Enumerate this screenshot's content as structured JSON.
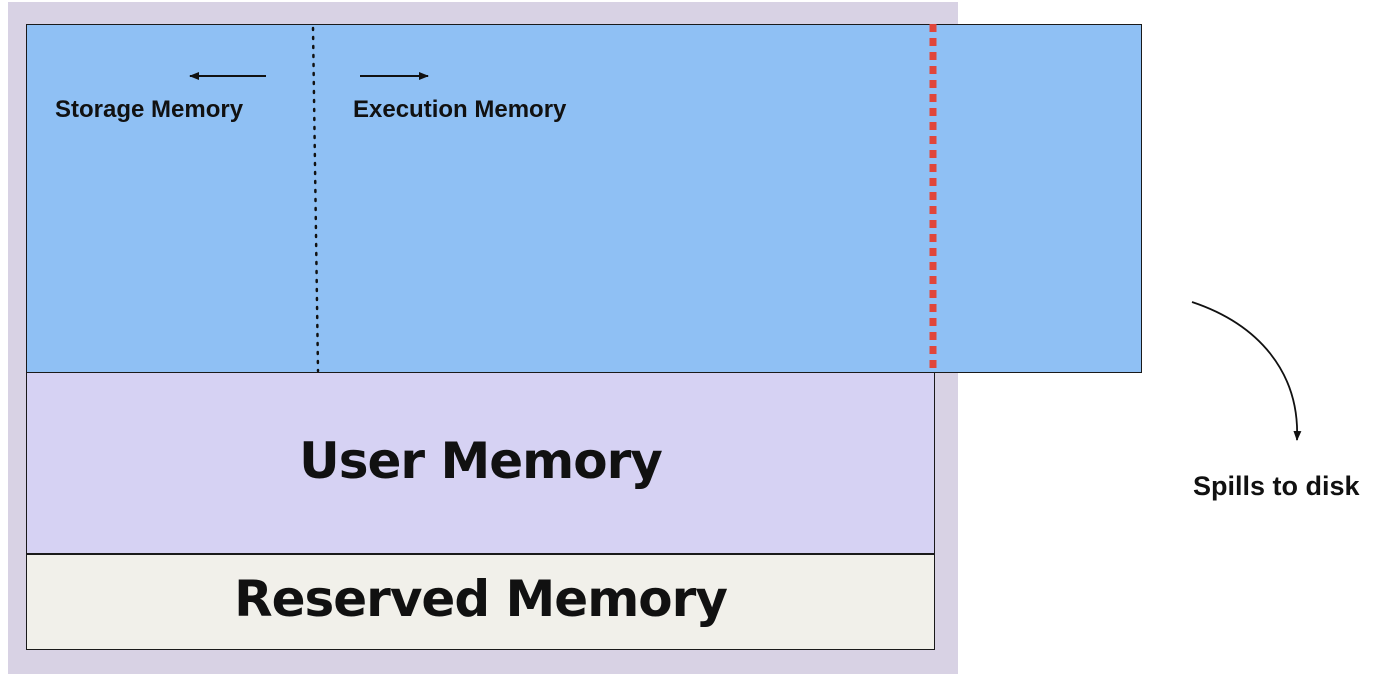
{
  "regions": {
    "storage": {
      "label": "Storage Memory"
    },
    "execution": {
      "label": "Execution Memory"
    },
    "user": {
      "label": "User Memory"
    },
    "reserved": {
      "label": "Reserved Memory"
    }
  },
  "annotation": {
    "label": "Spills to disk"
  },
  "colors": {
    "unified_fill": "#8fc0f4",
    "user_fill": "#d6d2f3",
    "reserved_fill": "#f1f0ea",
    "background": "#d8d2e4",
    "spill_boundary": "#e0463a"
  }
}
